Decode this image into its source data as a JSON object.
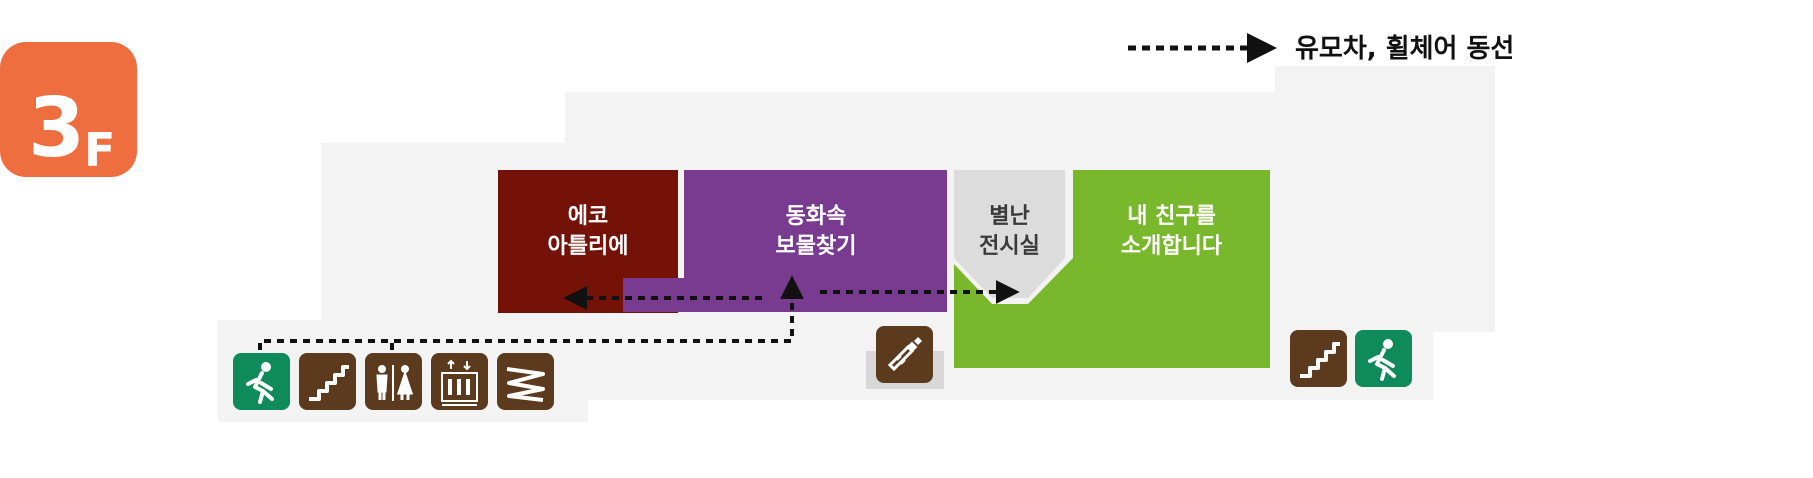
{
  "floor": {
    "number": "3",
    "unit": "F",
    "badge_color": "#ef6e40"
  },
  "legend": {
    "label": "유모차, 휠체어 동선",
    "line_style": "dotted-arrow",
    "color": "#111111"
  },
  "rooms": {
    "eco": {
      "label_line1": "에코",
      "label_line2": "아틀리에",
      "color": "#741208"
    },
    "fairytale": {
      "label_line1": "동화속",
      "label_line2": "보물찾기",
      "color": "#793b90"
    },
    "gallery": {
      "label_line1": "별난",
      "label_line2": "전시실",
      "color": "#dcdcdc"
    },
    "friends": {
      "label_line1": "내 친구를",
      "label_line2": "소개합니다",
      "color": "#79b82d"
    }
  },
  "facilities": {
    "left_group": [
      "emergency-exit-icon",
      "stairs-icon",
      "restroom-icon",
      "elevator-icon",
      "escalator-icon"
    ],
    "center": [
      "nursing-room-icon"
    ],
    "right_group": [
      "stairs-icon",
      "emergency-exit-icon"
    ],
    "colors": {
      "brown": "#5c3a1e",
      "green": "#0f8a5a"
    }
  },
  "floor_plan_color": "#f3f3f3"
}
